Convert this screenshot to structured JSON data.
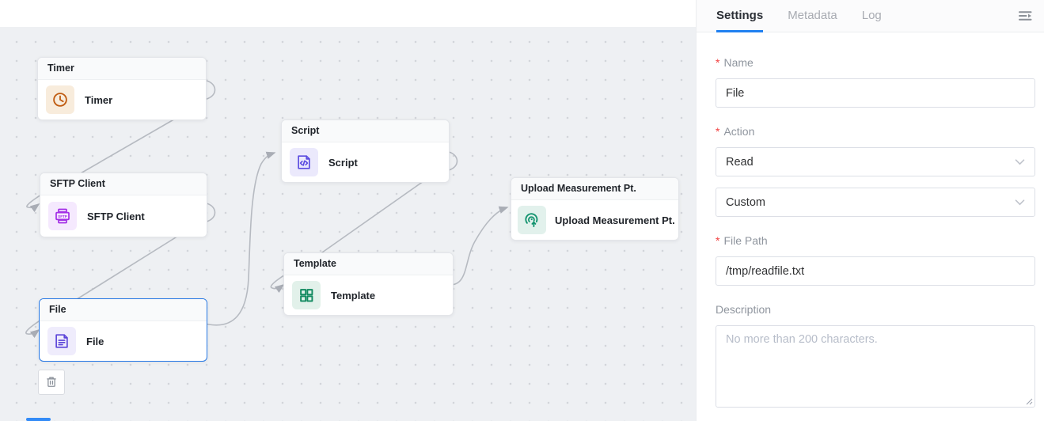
{
  "colors": {
    "accent_blue": "#2080f0",
    "selected_node_border": "#2678e4",
    "required_red": "#f23f3f",
    "edge_gray": "#b6bac1",
    "canvas_background": "#eef0f3",
    "timer_orange": "#c05c12",
    "sftp_purple": "#a32ee6",
    "script_indigo": "#5a4be0",
    "file_indigo": "#5a43d8",
    "template_green": "#128a60",
    "upload_green": "#12936e"
  },
  "canvas": {
    "nodes": [
      {
        "header": "Timer",
        "label": "Timer",
        "icon": "clock-icon"
      },
      {
        "header": "SFTP Client",
        "label": "SFTP Client",
        "icon": "sftp-server-icon"
      },
      {
        "header": "Script",
        "label": "Script",
        "icon": "code-document-icon"
      },
      {
        "header": "Template",
        "label": "Template",
        "icon": "grid-template-icon"
      },
      {
        "header": "File",
        "label": "File",
        "icon": "file-document-icon",
        "selected": true
      },
      {
        "header": "Upload Measurement Pt.",
        "label": "Upload Measurement Pt.",
        "icon": "broadcast-upload-icon"
      }
    ],
    "sftp_icon_text": "SFTP",
    "delete_button_icon": "trash-icon"
  },
  "panel": {
    "tabs": [
      "Settings",
      "Metadata",
      "Log"
    ],
    "active_tab": "Settings",
    "required_marker": "*",
    "name_label": "Name",
    "name_value": "File",
    "action_label": "Action",
    "action_value": "Read",
    "action_secondary_value": "Custom",
    "file_path_label": "File Path",
    "file_path_value": "/tmp/readfile.txt",
    "description_label": "Description",
    "description_placeholder": "No more than 200 characters."
  }
}
